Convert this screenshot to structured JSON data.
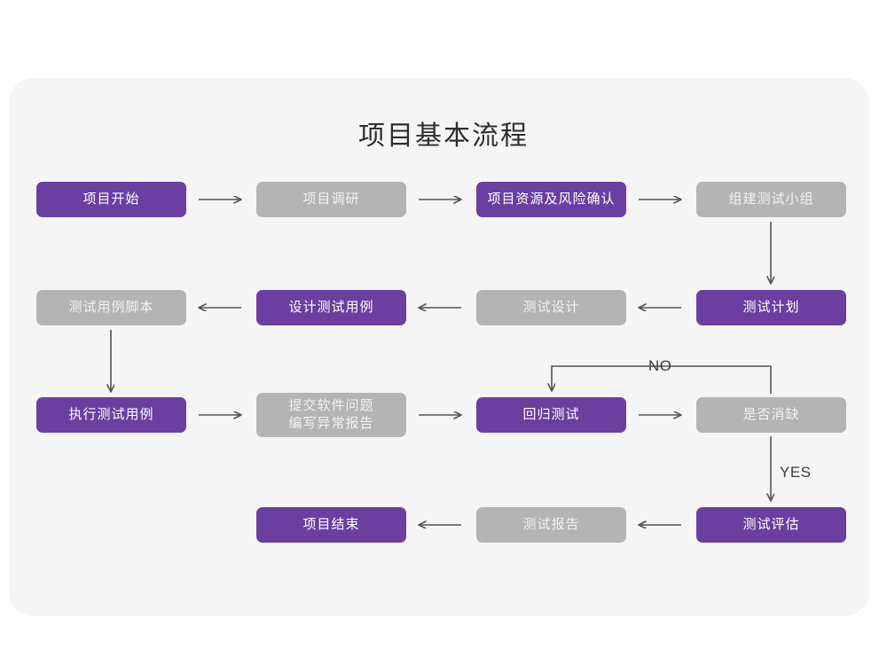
{
  "page": {
    "background_color": "#ffffff",
    "card_color": "#f5f5f6",
    "accent_purple": "#6b3fa0",
    "accent_gray": "#b4b4b4",
    "connector_color": "#555555"
  },
  "title": "项目基本流程",
  "chart_data": {
    "type": "diagram",
    "title": "项目基本流程",
    "nodes": [
      {
        "id": "n1",
        "label": "项目开始",
        "style": "purple",
        "row": 1,
        "col": 1
      },
      {
        "id": "n2",
        "label": "项目调研",
        "style": "gray",
        "row": 1,
        "col": 2
      },
      {
        "id": "n3",
        "label": "项目资源及风险确认",
        "style": "purple",
        "row": 1,
        "col": 3
      },
      {
        "id": "n4",
        "label": "组建测试小组",
        "style": "gray",
        "row": 1,
        "col": 4
      },
      {
        "id": "n5",
        "label": "测试计划",
        "style": "purple",
        "row": 2,
        "col": 4
      },
      {
        "id": "n6",
        "label": "测试设计",
        "style": "gray",
        "row": 2,
        "col": 3
      },
      {
        "id": "n7",
        "label": "设计测试用例",
        "style": "purple",
        "row": 2,
        "col": 2
      },
      {
        "id": "n8",
        "label": "测试用例脚本",
        "style": "gray",
        "row": 2,
        "col": 1
      },
      {
        "id": "n9",
        "label": "执行测试用例",
        "style": "purple",
        "row": 3,
        "col": 1
      },
      {
        "id": "n10",
        "label": "提交软件问题\n编写异常报告",
        "style": "gray",
        "row": 3,
        "col": 2
      },
      {
        "id": "n11",
        "label": "回归测试",
        "style": "purple",
        "row": 3,
        "col": 3
      },
      {
        "id": "n12",
        "label": "是否消缺",
        "style": "gray",
        "row": 3,
        "col": 4
      },
      {
        "id": "n13",
        "label": "测试评估",
        "style": "purple",
        "row": 4,
        "col": 4
      },
      {
        "id": "n14",
        "label": "测试报告",
        "style": "gray",
        "row": 4,
        "col": 3
      },
      {
        "id": "n15",
        "label": "项目结束",
        "style": "purple",
        "row": 4,
        "col": 2
      }
    ],
    "edges": [
      {
        "from": "n1",
        "to": "n2",
        "label": "",
        "direction": "right"
      },
      {
        "from": "n2",
        "to": "n3",
        "label": "",
        "direction": "right"
      },
      {
        "from": "n3",
        "to": "n4",
        "label": "",
        "direction": "right"
      },
      {
        "from": "n4",
        "to": "n5",
        "label": "",
        "direction": "down"
      },
      {
        "from": "n5",
        "to": "n6",
        "label": "",
        "direction": "left"
      },
      {
        "from": "n6",
        "to": "n7",
        "label": "",
        "direction": "left"
      },
      {
        "from": "n7",
        "to": "n8",
        "label": "",
        "direction": "left"
      },
      {
        "from": "n8",
        "to": "n9",
        "label": "",
        "direction": "down"
      },
      {
        "from": "n9",
        "to": "n10",
        "label": "",
        "direction": "right"
      },
      {
        "from": "n10",
        "to": "n11",
        "label": "",
        "direction": "right"
      },
      {
        "from": "n11",
        "to": "n12",
        "label": "",
        "direction": "right"
      },
      {
        "from": "n12",
        "to": "n11",
        "label": "NO",
        "direction": "loop-up-left"
      },
      {
        "from": "n12",
        "to": "n13",
        "label": "YES",
        "direction": "down"
      },
      {
        "from": "n13",
        "to": "n14",
        "label": "",
        "direction": "left"
      },
      {
        "from": "n14",
        "to": "n15",
        "label": "",
        "direction": "left"
      }
    ],
    "edge_labels": [
      "NO",
      "YES"
    ]
  }
}
